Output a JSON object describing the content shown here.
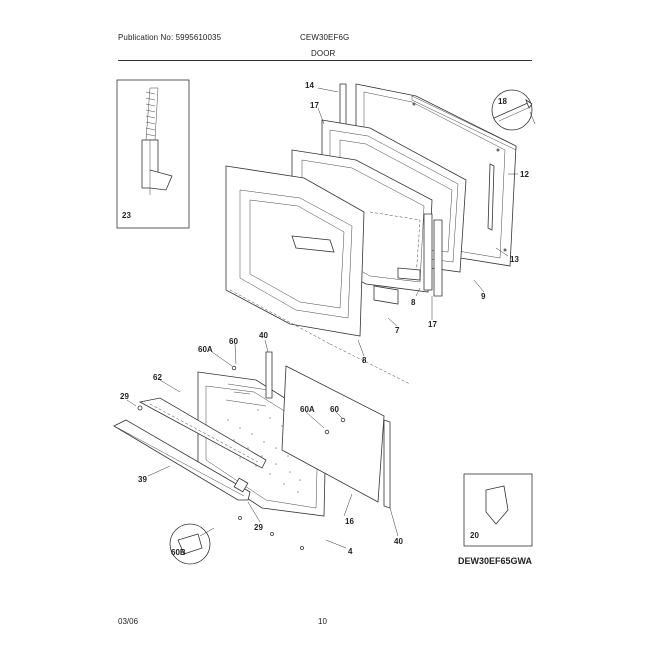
{
  "header": {
    "publication": "Publication No: 5995610035",
    "model": "CEW30EF6G",
    "section": "DOOR"
  },
  "footer": {
    "date": "03/06",
    "page": "10"
  },
  "diagram": {
    "model_label": "DEW30EF65GWA",
    "callouts": {
      "p14": "14",
      "p17a": "17",
      "p18": "18",
      "p12": "12",
      "p13": "13",
      "p23": "23",
      "p8a": "8",
      "p9": "9",
      "p7": "7",
      "p17b": "17",
      "p8b": "8",
      "p60Aa": "60A",
      "p60a": "60",
      "p40a": "40",
      "p62": "62",
      "p29a": "29",
      "p60Ab": "60A",
      "p60b": "60",
      "p39": "39",
      "p16": "16",
      "p40b": "40",
      "p29b": "29",
      "p60B": "60B",
      "p4": "4",
      "p20": "20"
    }
  }
}
